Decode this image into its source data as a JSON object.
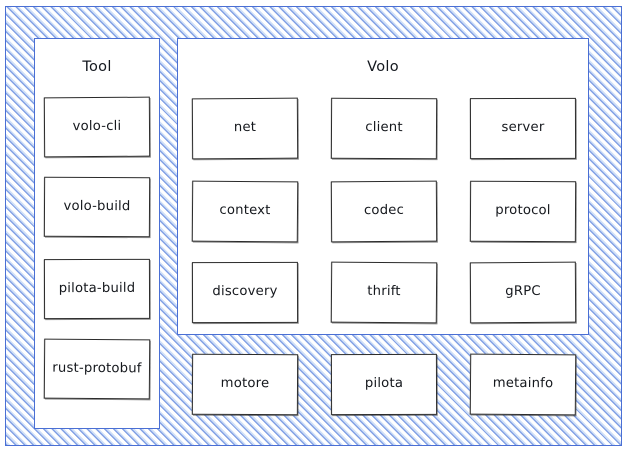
{
  "diagram": {
    "outer": {
      "name": "volo-architecture-diagram",
      "fill_style": "diagonal-hatch",
      "hatch_color": "#5a82dc",
      "border_color": "#4a6fd4"
    },
    "panels": [
      {
        "id": "tool",
        "title": "Tool",
        "nodes": [
          {
            "label": "volo-cli"
          },
          {
            "label": "volo-build"
          },
          {
            "label": "pilota-build"
          },
          {
            "label": "rust-protobuf"
          }
        ]
      },
      {
        "id": "volo",
        "title": "Volo",
        "nodes": [
          {
            "label": "net"
          },
          {
            "label": "client"
          },
          {
            "label": "server"
          },
          {
            "label": "context"
          },
          {
            "label": "codec"
          },
          {
            "label": "protocol"
          },
          {
            "label": "discovery"
          },
          {
            "label": "thrift"
          },
          {
            "label": "gRPC"
          }
        ]
      }
    ],
    "bottom_nodes": [
      {
        "label": "motore"
      },
      {
        "label": "pilota"
      },
      {
        "label": "metainfo"
      }
    ]
  }
}
